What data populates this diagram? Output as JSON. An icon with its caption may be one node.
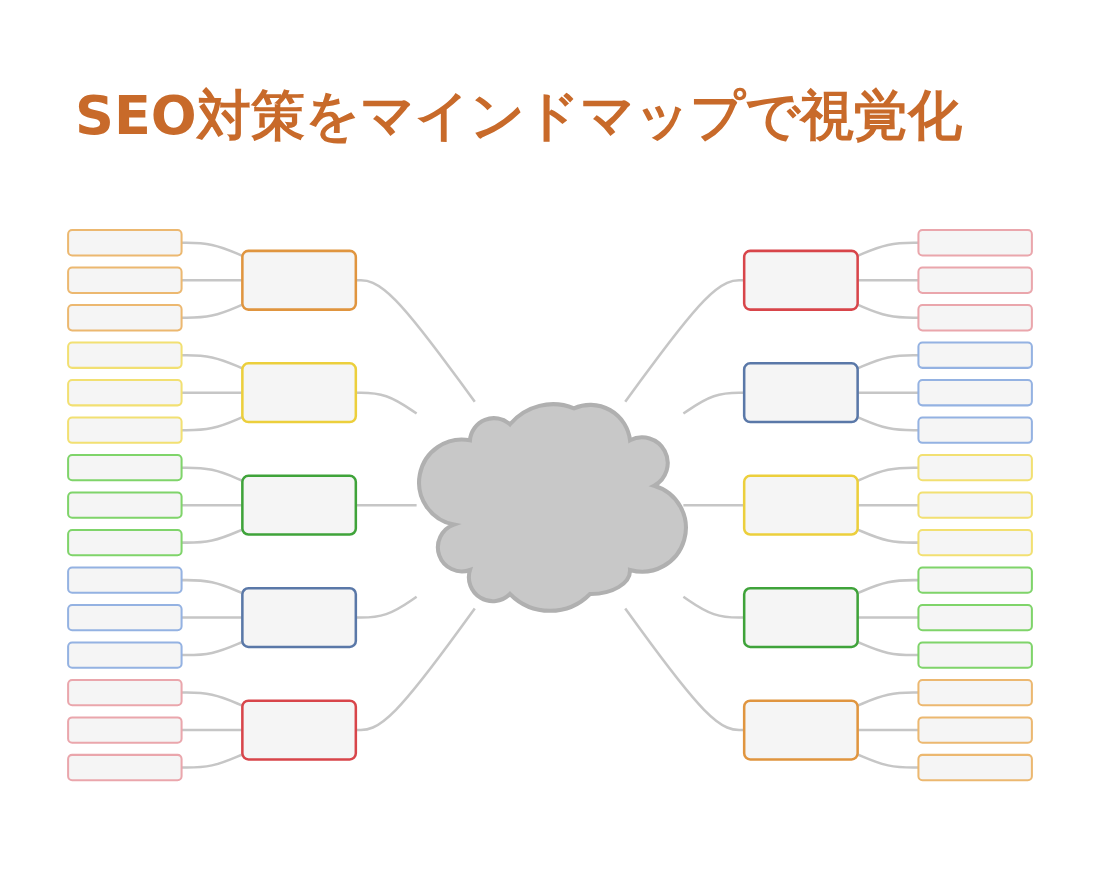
{
  "diagram": {
    "title": "SEO対策をマインドマップで視覚化",
    "nodes": [
      {
        "text": [],
        "shape": "bubble"
      },
      {
        "text": [],
        "shape": "box"
      },
      {
        "text": [],
        "shape": "box"
      },
      {
        "text": [],
        "shape": "box"
      },
      {
        "text": [],
        "shape": "box"
      },
      {
        "text": [],
        "shape": "box"
      },
      {
        "text": [],
        "shape": "box"
      },
      {
        "text": [],
        "shape": "box"
      },
      {
        "text": [],
        "shape": "box"
      },
      {
        "text": [],
        "shape": "box"
      },
      {
        "text": [],
        "shape": "box"
      },
      {
        "text": [],
        "shape": "box"
      },
      {
        "text": [],
        "shape": "box"
      },
      {
        "text": [],
        "shape": "box"
      },
      {
        "text": [],
        "shape": "box"
      },
      {
        "text": [],
        "shape": "box"
      },
      {
        "text": [],
        "shape": "box"
      },
      {
        "text": [],
        "shape": "box"
      },
      {
        "text": [],
        "shape": "box"
      },
      {
        "text": [],
        "shape": "box"
      },
      {
        "text": [],
        "shape": "box"
      },
      {
        "text": [],
        "shape": "box"
      },
      {
        "text": [],
        "shape": "box"
      },
      {
        "text": [],
        "shape": "box"
      },
      {
        "text": [],
        "shape": "box"
      },
      {
        "text": [],
        "shape": "box"
      },
      {
        "text": [],
        "shape": "box"
      },
      {
        "text": [],
        "shape": "box"
      },
      {
        "text": [],
        "shape": "box"
      },
      {
        "text": [],
        "shape": "box"
      },
      {
        "text": [],
        "shape": "box"
      },
      {
        "text": [],
        "shape": "box"
      },
      {
        "text": [],
        "shape": "box"
      },
      {
        "text": [],
        "shape": "box"
      },
      {
        "text": [],
        "shape": "box"
      },
      {
        "text": [],
        "shape": "box"
      },
      {
        "text": [],
        "shape": "box"
      },
      {
        "text": [],
        "shape": "box"
      },
      {
        "text": [],
        "shape": "box"
      },
      {
        "text": [],
        "shape": "box"
      },
      {
        "text": [],
        "shape": "box"
      }
    ],
    "edges": [
      {
        "from": 2,
        "to": 1,
        "arrow": "none"
      },
      {
        "from": 3,
        "to": 1,
        "arrow": "none"
      },
      {
        "from": 4,
        "to": 1,
        "arrow": "none"
      },
      {
        "from": 1,
        "to": 0,
        "arrow": "none"
      },
      {
        "from": 6,
        "to": 5,
        "arrow": "none"
      },
      {
        "from": 7,
        "to": 5,
        "arrow": "none"
      },
      {
        "from": 8,
        "to": 5,
        "arrow": "none"
      },
      {
        "from": 5,
        "to": 0,
        "arrow": "none"
      },
      {
        "from": 10,
        "to": 9,
        "arrow": "none"
      },
      {
        "from": 11,
        "to": 9,
        "arrow": "none"
      },
      {
        "from": 12,
        "to": 9,
        "arrow": "none"
      },
      {
        "from": 9,
        "to": 0,
        "arrow": "none"
      },
      {
        "from": 14,
        "to": 13,
        "arrow": "none"
      },
      {
        "from": 15,
        "to": 13,
        "arrow": "none"
      },
      {
        "from": 16,
        "to": 13,
        "arrow": "none"
      },
      {
        "from": 13,
        "to": 0,
        "arrow": "none"
      },
      {
        "from": 18,
        "to": 17,
        "arrow": "none"
      },
      {
        "from": 19,
        "to": 17,
        "arrow": "none"
      },
      {
        "from": 20,
        "to": 17,
        "arrow": "none"
      },
      {
        "from": 17,
        "to": 0,
        "arrow": "none"
      },
      {
        "from": 0,
        "to": 21,
        "arrow": "none"
      },
      {
        "from": 21,
        "to": 22,
        "arrow": "none"
      },
      {
        "from": 21,
        "to": 23,
        "arrow": "none"
      },
      {
        "from": 21,
        "to": 24,
        "arrow": "none"
      },
      {
        "from": 0,
        "to": 25,
        "arrow": "none"
      },
      {
        "from": 25,
        "to": 26,
        "arrow": "none"
      },
      {
        "from": 25,
        "to": 27,
        "arrow": "none"
      },
      {
        "from": 25,
        "to": 28,
        "arrow": "none"
      },
      {
        "from": 0,
        "to": 29,
        "arrow": "none"
      },
      {
        "from": 29,
        "to": 30,
        "arrow": "none"
      },
      {
        "from": 29,
        "to": 31,
        "arrow": "none"
      },
      {
        "from": 29,
        "to": 32,
        "arrow": "none"
      },
      {
        "from": 0,
        "to": 33,
        "arrow": "none"
      },
      {
        "from": 33,
        "to": 34,
        "arrow": "none"
      },
      {
        "from": 33,
        "to": 35,
        "arrow": "none"
      },
      {
        "from": 33,
        "to": 36,
        "arrow": "none"
      },
      {
        "from": 0,
        "to": 37,
        "arrow": "none"
      },
      {
        "from": 37,
        "to": 38,
        "arrow": "none"
      },
      {
        "from": 37,
        "to": 39,
        "arrow": "none"
      },
      {
        "from": 37,
        "to": 40,
        "arrow": "none"
      }
    ]
  }
}
